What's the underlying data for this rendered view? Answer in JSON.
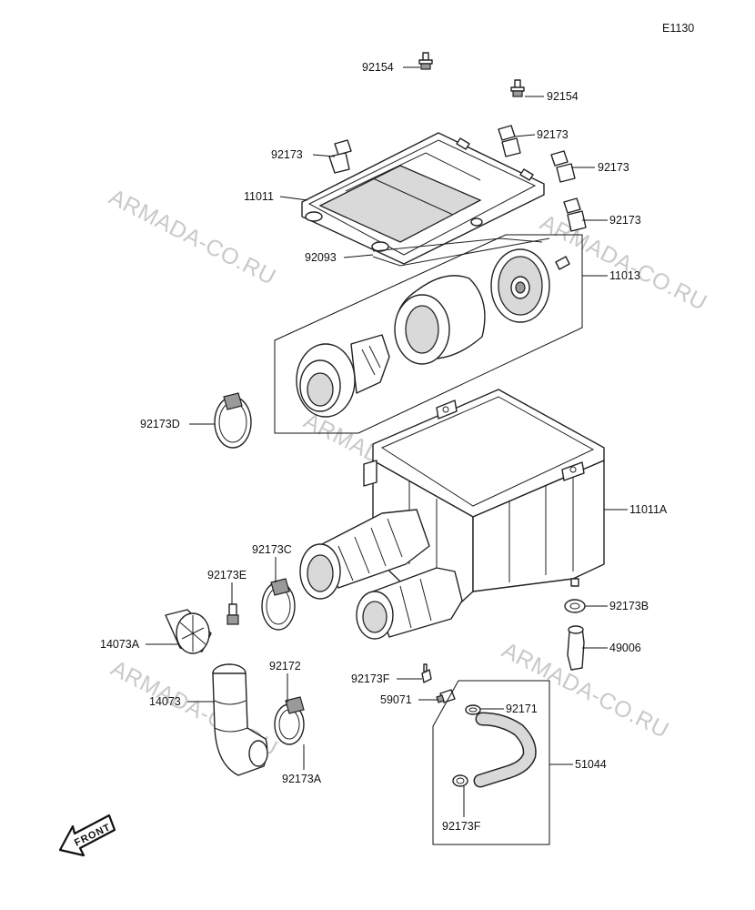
{
  "diagram_code": "E1130",
  "watermark": "ARMADA-CO.RU",
  "front_label": "FRONT",
  "parts": {
    "p92154_a": "92154",
    "p92154_b": "92154",
    "p92173_top_left": "92173",
    "p92173_top_right1": "92173",
    "p92173_top_right2": "92173",
    "p92173_top_right3": "92173",
    "p11011": "11011",
    "p92093": "92093",
    "p11013": "11013",
    "p92173D": "92173D",
    "p11011A": "11011A",
    "p92173C": "92173C",
    "p92173E": "92173E",
    "p14073A": "14073A",
    "p92173B": "92173B",
    "p49006": "49006",
    "p92172": "92172",
    "p14073": "14073",
    "p92173F_a": "92173F",
    "p59071": "59071",
    "p92171": "92171",
    "p51044": "51044",
    "p92173A": "92173A",
    "p92173F_b": "92173F"
  }
}
